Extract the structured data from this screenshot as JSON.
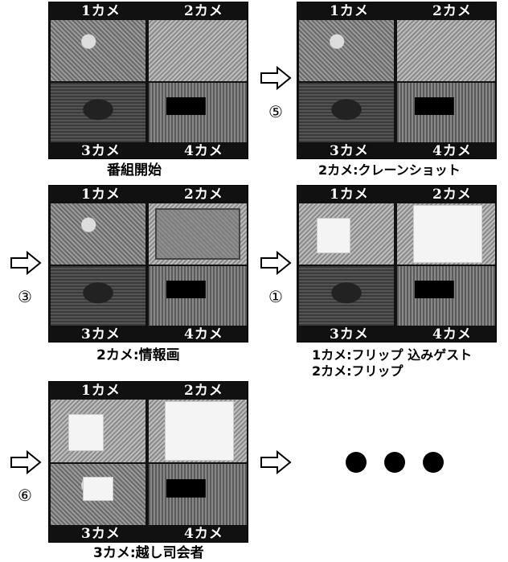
{
  "cams": {
    "c1": "1カメ",
    "c2": "2カメ",
    "c3": "3カメ",
    "c4": "4カメ"
  },
  "captions": {
    "p1": "番組開始",
    "p2": "2カメ:クレーンショット",
    "p3": "2カメ:情報画",
    "p4_line1": "1カメ:フリップ 込みゲスト",
    "p4_line2": "2カメ:フリップ",
    "p5": "3カメ:越し司会者"
  },
  "steps": {
    "s5": "⑤",
    "s3": "③",
    "s1": "①",
    "s6": "⑥"
  }
}
